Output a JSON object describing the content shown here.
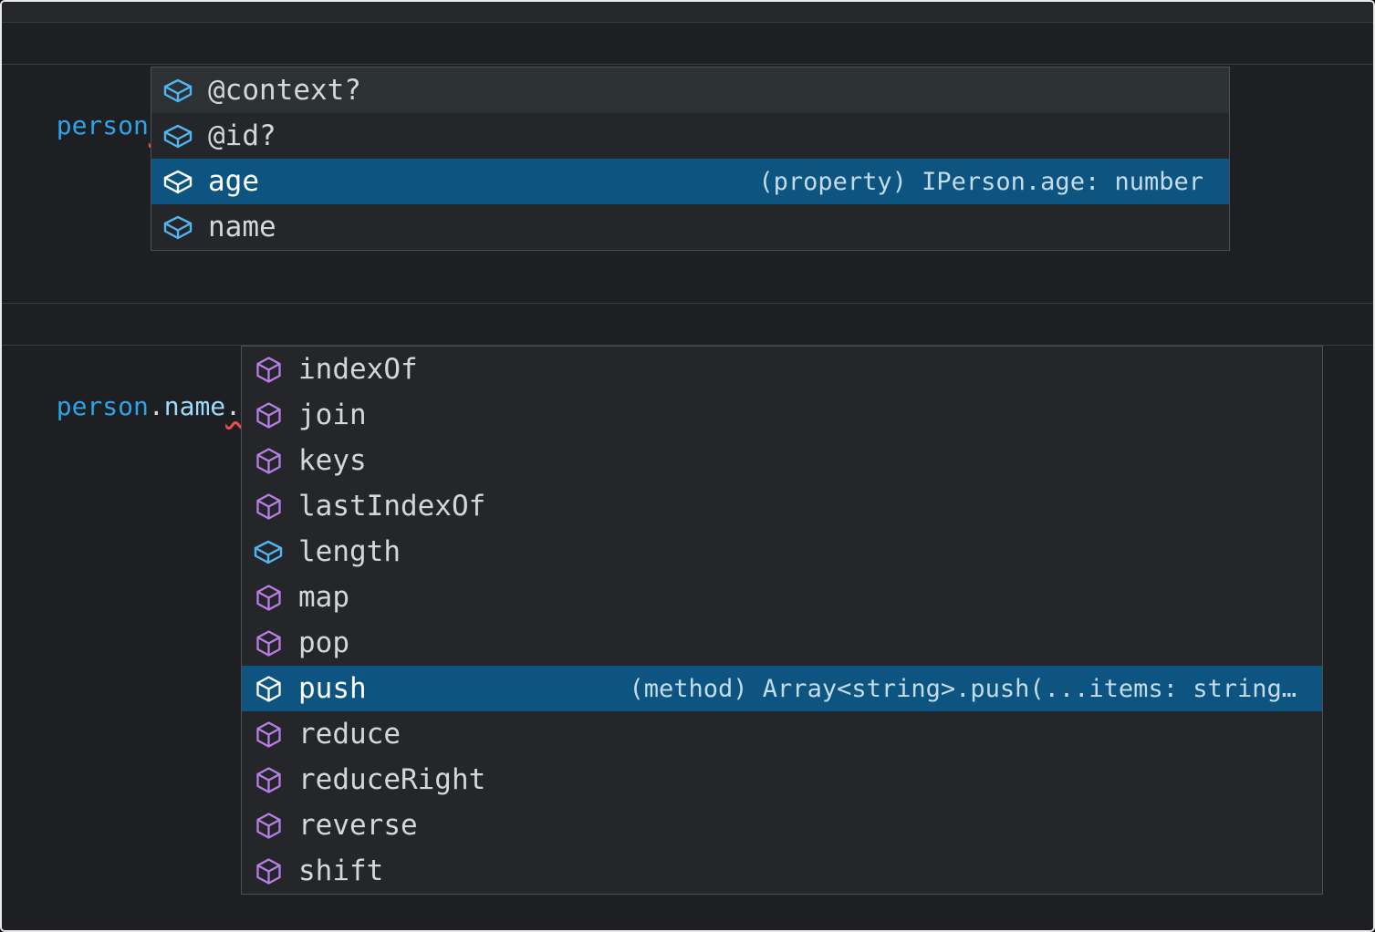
{
  "editor": {
    "line1": {
      "tokens": [
        {
          "text": "person",
          "role": "variable"
        },
        {
          "text": ".",
          "role": "punctuation",
          "error": true
        },
        {
          "text": ";",
          "role": "punctuation",
          "error": true
        }
      ]
    },
    "line2": {
      "tokens": [
        {
          "text": "person",
          "role": "variable"
        },
        {
          "text": ".",
          "role": "punctuation"
        },
        {
          "text": "name",
          "role": "property"
        },
        {
          "text": ".",
          "role": "punctuation",
          "error": true
        },
        {
          "text": ";",
          "role": "punctuation",
          "error": true
        }
      ]
    }
  },
  "suggest1": {
    "items": [
      {
        "label": "@context?",
        "kind": "field",
        "state": "hover"
      },
      {
        "label": "@id?",
        "kind": "field"
      },
      {
        "label": "age",
        "kind": "field",
        "state": "selected",
        "detail": "(property) IPerson.age: number"
      },
      {
        "label": "name",
        "kind": "field"
      }
    ]
  },
  "suggest2": {
    "items": [
      {
        "label": "indexOf",
        "kind": "method"
      },
      {
        "label": "join",
        "kind": "method"
      },
      {
        "label": "keys",
        "kind": "method"
      },
      {
        "label": "lastIndexOf",
        "kind": "method"
      },
      {
        "label": "length",
        "kind": "field"
      },
      {
        "label": "map",
        "kind": "method"
      },
      {
        "label": "pop",
        "kind": "method"
      },
      {
        "label": "push",
        "kind": "method",
        "state": "selected",
        "detail": "(method) Array<string>.push(...items: string…"
      },
      {
        "label": "reduce",
        "kind": "method"
      },
      {
        "label": "reduceRight",
        "kind": "method"
      },
      {
        "label": "reverse",
        "kind": "method"
      },
      {
        "label": "shift",
        "kind": "method"
      }
    ]
  },
  "colors": {
    "selection_background": "#0d5480",
    "field_icon": "#52b4f0",
    "method_icon": "#b87ee6",
    "variable_text": "#2ea4e6",
    "property_text": "#9cdcfe",
    "error_squiggle": "#e8504f",
    "panel_background": "#252629",
    "editor_background": "#1e1f22"
  }
}
